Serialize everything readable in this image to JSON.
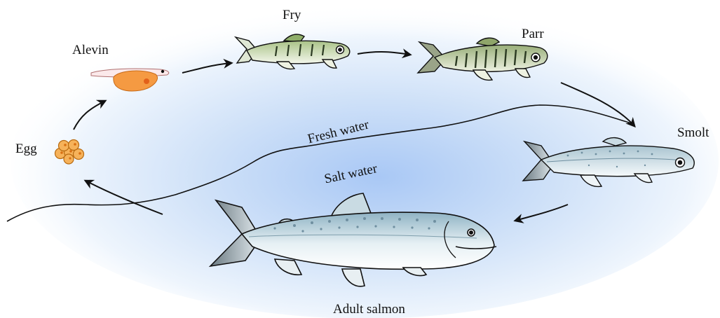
{
  "diagram": {
    "stages": {
      "egg": "Egg",
      "alevin": "Alevin",
      "fry": "Fry",
      "parr": "Parr",
      "smolt": "Smolt",
      "adult": "Adult salmon"
    },
    "water": {
      "fresh": "Fresh water",
      "salt": "Salt water"
    }
  },
  "colors": {
    "water_light": "#eef5fd",
    "water_deep": "#a9c8f5",
    "egg": "#f6b25a",
    "alevin_yolk": "#f59a42",
    "fry_body": "#c6d8a6",
    "parr_body": "#b7c99a",
    "smolt_body": "#d3e4ec",
    "adult_body": "#b9d6e2",
    "outline": "#111111"
  }
}
